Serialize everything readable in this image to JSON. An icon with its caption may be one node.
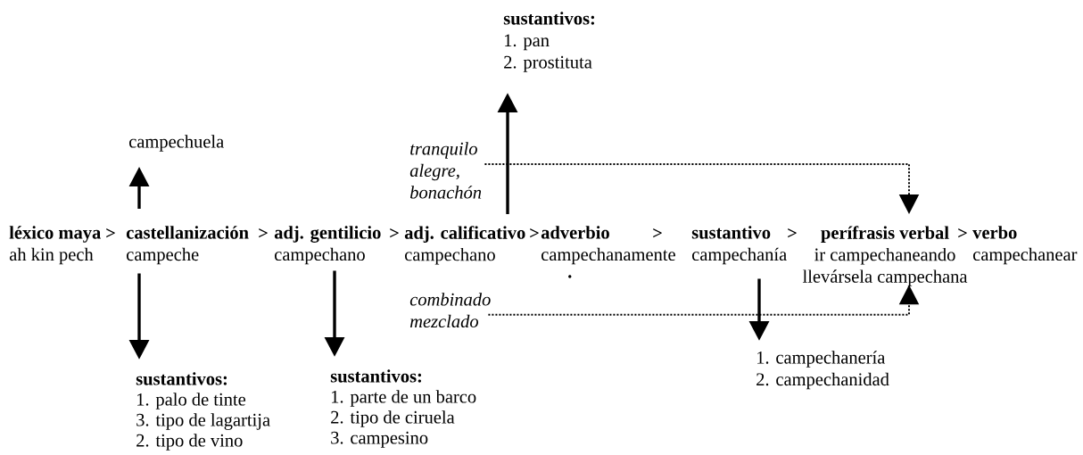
{
  "diagram": {
    "nodes": [
      {
        "text": [
          "léxico maya",
          "ah kin pech"
        ]
      },
      {
        "text": [
          "castellanización",
          "campeche"
        ]
      },
      {
        "text": [
          "adj. gentilicio",
          "campechano"
        ]
      },
      {
        "text": [
          "adj. calificativo",
          "campechano"
        ]
      },
      {
        "text": [
          "adverbio",
          "campechanamente"
        ]
      },
      {
        "text": [
          "sustantivo",
          "campechanía"
        ]
      },
      {
        "text": [
          "perífrasis verbal",
          "ir campechaneando",
          "llevársela campechana"
        ]
      },
      {
        "text": [
          "verbo",
          "campechanear"
        ]
      },
      {
        "text": [
          "campechuela"
        ]
      },
      {
        "text": [
          "sustantivos:",
          "1. palo de tinte",
          "3. tipo de lagartija",
          "2. tipo de vino"
        ]
      },
      {
        "text": [
          "sustantivos:",
          "1. parte de un barco",
          "2. tipo de ciruela",
          "3. campesino"
        ]
      },
      {
        "text": [
          "sustantivos:",
          "1. pan",
          "2. prostituta"
        ]
      },
      {
        "text": [
          "tranquilo alegre, bonachón"
        ]
      },
      {
        "text": [
          "combinado mezclado"
        ]
      },
      {
        "text": [
          "1. campechanería",
          "2. campechanidad"
        ]
      }
    ],
    "edges": [
      {
        "from": 1,
        "to": 8,
        "arrow": "to"
      },
      {
        "from": 1,
        "to": 9,
        "arrow": "to"
      },
      {
        "from": 2,
        "to": 10,
        "arrow": "to"
      },
      {
        "from": 3,
        "to": 11,
        "arrow": "to"
      },
      {
        "from": 12,
        "to": 6,
        "arrow": "to",
        "style": "dashed"
      },
      {
        "from": 13,
        "to": 6,
        "arrow": "to",
        "style": "dashed"
      },
      {
        "from": 5,
        "to": 14,
        "arrow": "to"
      }
    ],
    "labels": [
      ">",
      ">",
      ">",
      ">",
      ">",
      ">",
      ">",
      "."
    ]
  }
}
